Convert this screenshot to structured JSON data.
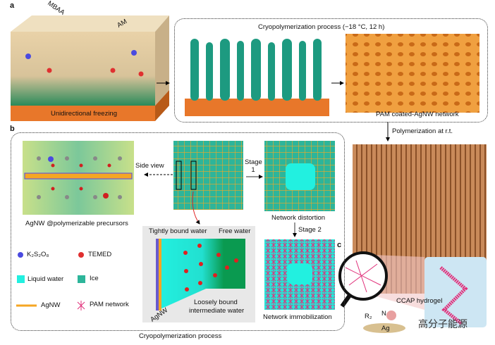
{
  "panels": {
    "a": "a",
    "b": "b",
    "c": "c"
  },
  "panel_a": {
    "mbaa": "MBAA",
    "am": "AM",
    "freezing": "Unidirectional freezing",
    "cryo_title": "Cryopolymerization process (−18 °C, 12 h)",
    "pam_coated": "PAM coated-AgNW network",
    "polymerization": "Polymerization at r.t.",
    "ccap": "CCAP hydrogel"
  },
  "panel_b": {
    "precursors": "AgNW @polymerizable precursors",
    "side_view": "Side view",
    "stage1": "Stage 1",
    "stage2": "Stage 2",
    "distortion": "Network distortion",
    "immobilization": "Network immobilization",
    "tightly": "Tightly bound water",
    "free": "Free water",
    "loosely1": "Loosely bound",
    "loosely2": "intermediate water",
    "agnw_rot": "AgNW",
    "footer": "Cryopolymerization process",
    "legend": {
      "k2s2o8": "K₂S₂O₈",
      "temed": "TEMED",
      "liquid": "Liquid water",
      "ice": "Ice",
      "agnw": "AgNW",
      "pam": "PAM network"
    }
  },
  "panel_c": {
    "r2": "R₂",
    "n": "N",
    "ag": "Ag"
  },
  "watermark": "高分子能源",
  "colors": {
    "ice": "#2db59a",
    "liquid": "#22f0e0",
    "agnw": "#f5a623",
    "pam": "#e0307a",
    "orange": "#e8772a"
  }
}
